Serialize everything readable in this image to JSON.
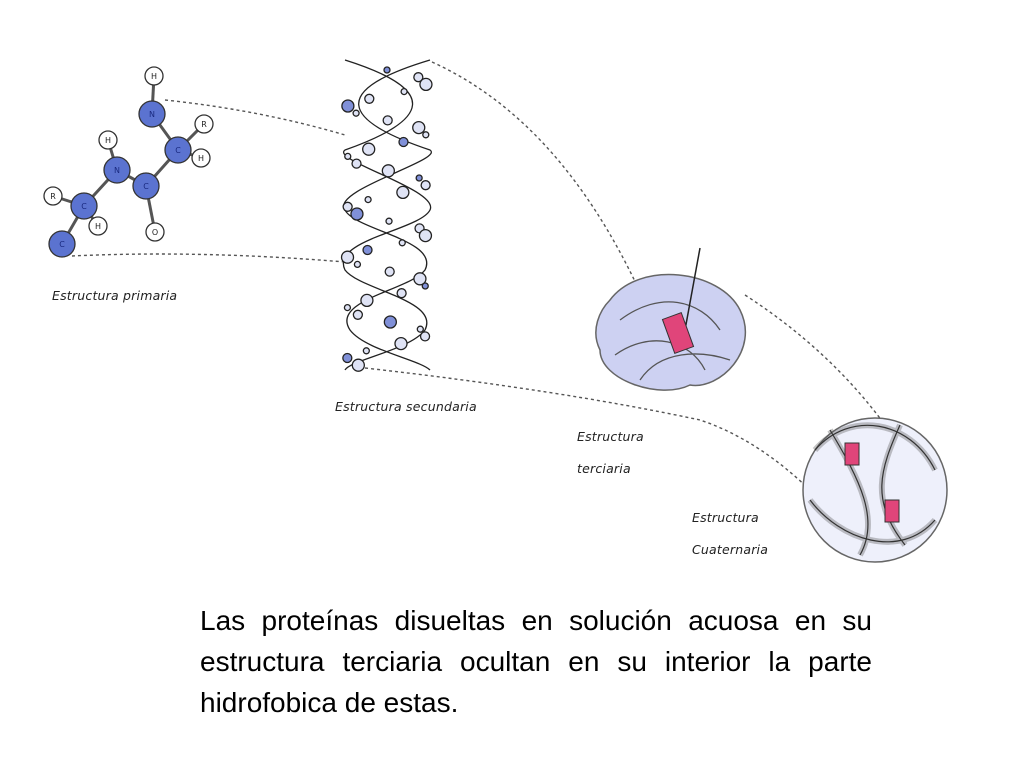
{
  "diagram": {
    "labels": {
      "primary": "Estructura primaria",
      "secondary": "Estructura secundaria",
      "tertiary_1": "Estructura",
      "tertiary_2": "terciaria",
      "quaternary_1": "Estructura",
      "quaternary_2": "Cuaternaria"
    },
    "atoms": [
      "N",
      "H",
      "R",
      "C",
      "H",
      "H",
      "N",
      "C",
      "O",
      "R",
      "C",
      "H",
      "C"
    ],
    "colors": {
      "atom_blue": "#5b73d0",
      "ribbon": "#c9cdf0",
      "highlight": "#e0457a",
      "dots": "#555555"
    }
  },
  "caption": "Las proteínas disueltas en solución acuosa en su estructura terciaria ocultan en su interior la parte hidrofobica de estas."
}
